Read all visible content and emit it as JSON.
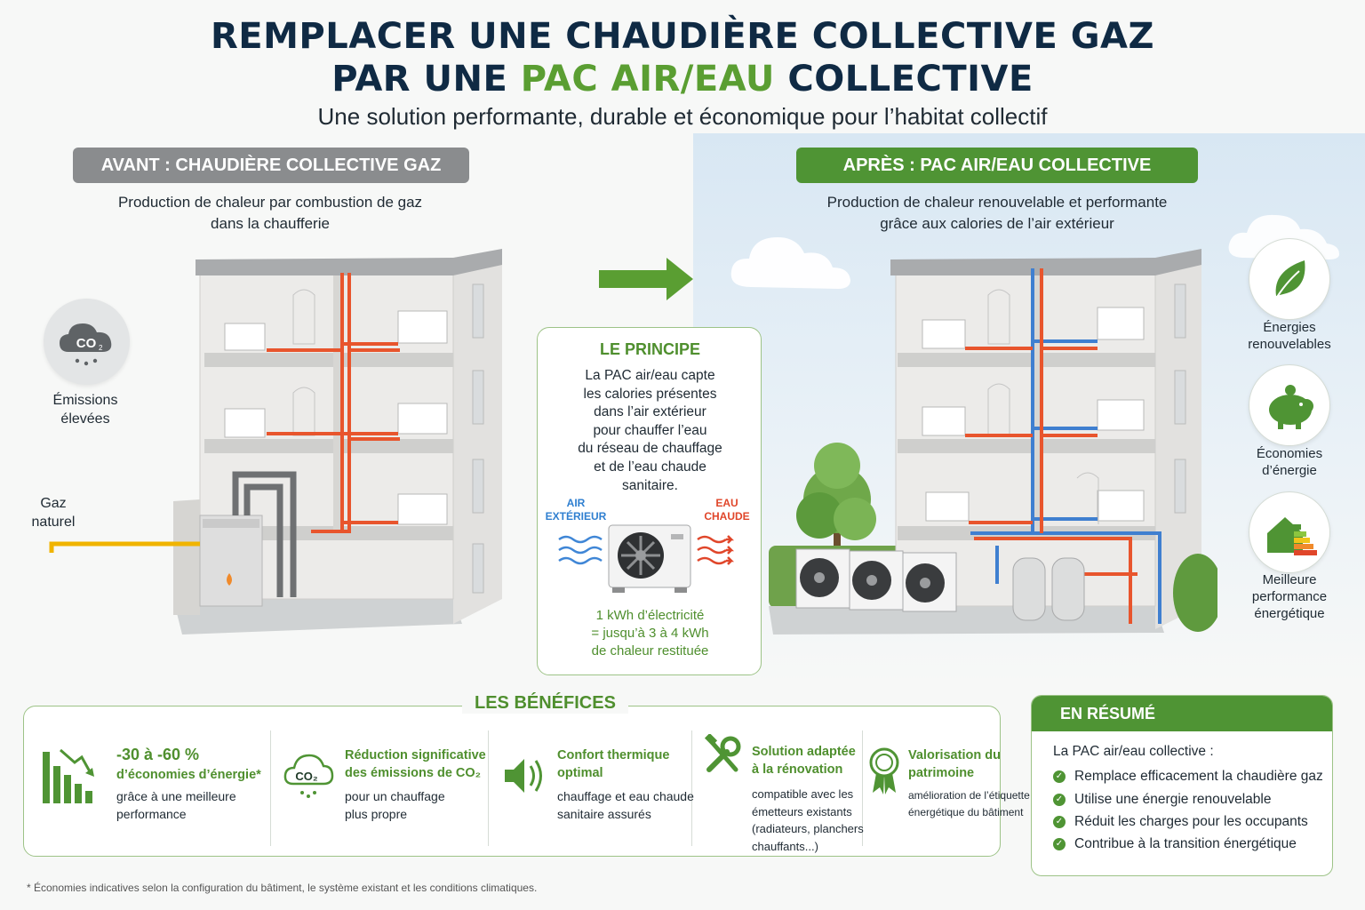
{
  "header": {
    "title_line1": "REMPLACER UNE CHAUDIÈRE COLLECTIVE GAZ",
    "title_line2_prefix": "PAR UNE ",
    "title_line2_highlight": "PAC AIR/EAU",
    "title_line2_suffix": " COLLECTIVE",
    "subtitle": "Une solution performante, durable et économique pour l’habitat collectif"
  },
  "before": {
    "label": "AVANT : CHAUDIÈRE COLLECTIVE GAZ",
    "desc_line1": "Production de chaleur par combustion de gaz",
    "desc_line2": "dans la chaufferie",
    "co2_icon_text": "CO",
    "emissions_line1": "Émissions",
    "emissions_line2": "élevées",
    "gas_line1": "Gaz",
    "gas_line2": "naturel"
  },
  "after": {
    "label": "APRÈS : PAC AIR/EAU COLLECTIVE",
    "desc_line1": "Production de chaleur renouvelable et performante",
    "desc_line2": "grâce aux calories de l’air extérieur",
    "features": [
      {
        "line1": "Énergies",
        "line2": "renouvelables",
        "line3": ""
      },
      {
        "line1": "Économies",
        "line2": "d’énergie",
        "line3": ""
      },
      {
        "line1": "Meilleure",
        "line2": "performance",
        "line3": "énergétique"
      }
    ]
  },
  "principle": {
    "title": "LE PRINCIPE",
    "text_lines": [
      "La PAC air/eau capte",
      "les calories présentes",
      "dans l’air extérieur",
      "pour chauffer l’eau",
      "du réseau de chauffage",
      "et de l’eau chaude",
      "sanitaire."
    ],
    "air_line1": "AIR",
    "air_line2": "EXTÉRIEUR",
    "water_line1": "EAU",
    "water_line2": "CHAUDE",
    "ratio_lines": [
      "1 kWh d’électricité",
      "= jusqu’à 3 à 4 kWh",
      "de chaleur restituée"
    ]
  },
  "benefits": {
    "title": "LES BÉNÉFICES",
    "items": [
      {
        "head_lines": [
          "-30 à -60 %",
          "d’économies d’énergie*"
        ],
        "text_lines": [
          "grâce à une meilleure",
          "performance"
        ]
      },
      {
        "head_lines": [
          "Réduction significative",
          "des émissions de CO₂"
        ],
        "text_lines": [
          "pour un chauffage",
          "plus propre"
        ]
      },
      {
        "head_lines": [
          "Confort thermique",
          "optimal"
        ],
        "text_lines": [
          "chauffage et eau chaude",
          "sanitaire assurés"
        ]
      },
      {
        "head_lines": [
          "Solution adaptée",
          "à la rénovation"
        ],
        "text_lines": [
          "compatible avec les",
          "émetteurs existants",
          "(radiateurs, planchers",
          "chauffants...)"
        ]
      },
      {
        "head_lines": [
          "Valorisation du",
          "patrimoine"
        ],
        "text_lines": [
          "amélioration de l’étiquette",
          "énergétique du bâtiment"
        ]
      }
    ]
  },
  "summary": {
    "title": "EN RÉSUMÉ",
    "intro": "La PAC air/eau collective :",
    "items": [
      "Remplace efficacement la chaudière gaz",
      "Utilise une énergie renouvelable",
      "Réduit les charges pour les occupants",
      "Contribue à la transition énergétique"
    ]
  },
  "footnote": "* Économies indicatives selon la configuration du bâtiment, le système existant et les conditions climatiques.",
  "colors": {
    "navy": "#0f2a44",
    "green": "#4f9434",
    "grey_pill": "#8a8c8e",
    "hot_pipe": "#e8552d",
    "cold_pipe": "#3f7fd0",
    "gas_pipe": "#f0b400"
  }
}
